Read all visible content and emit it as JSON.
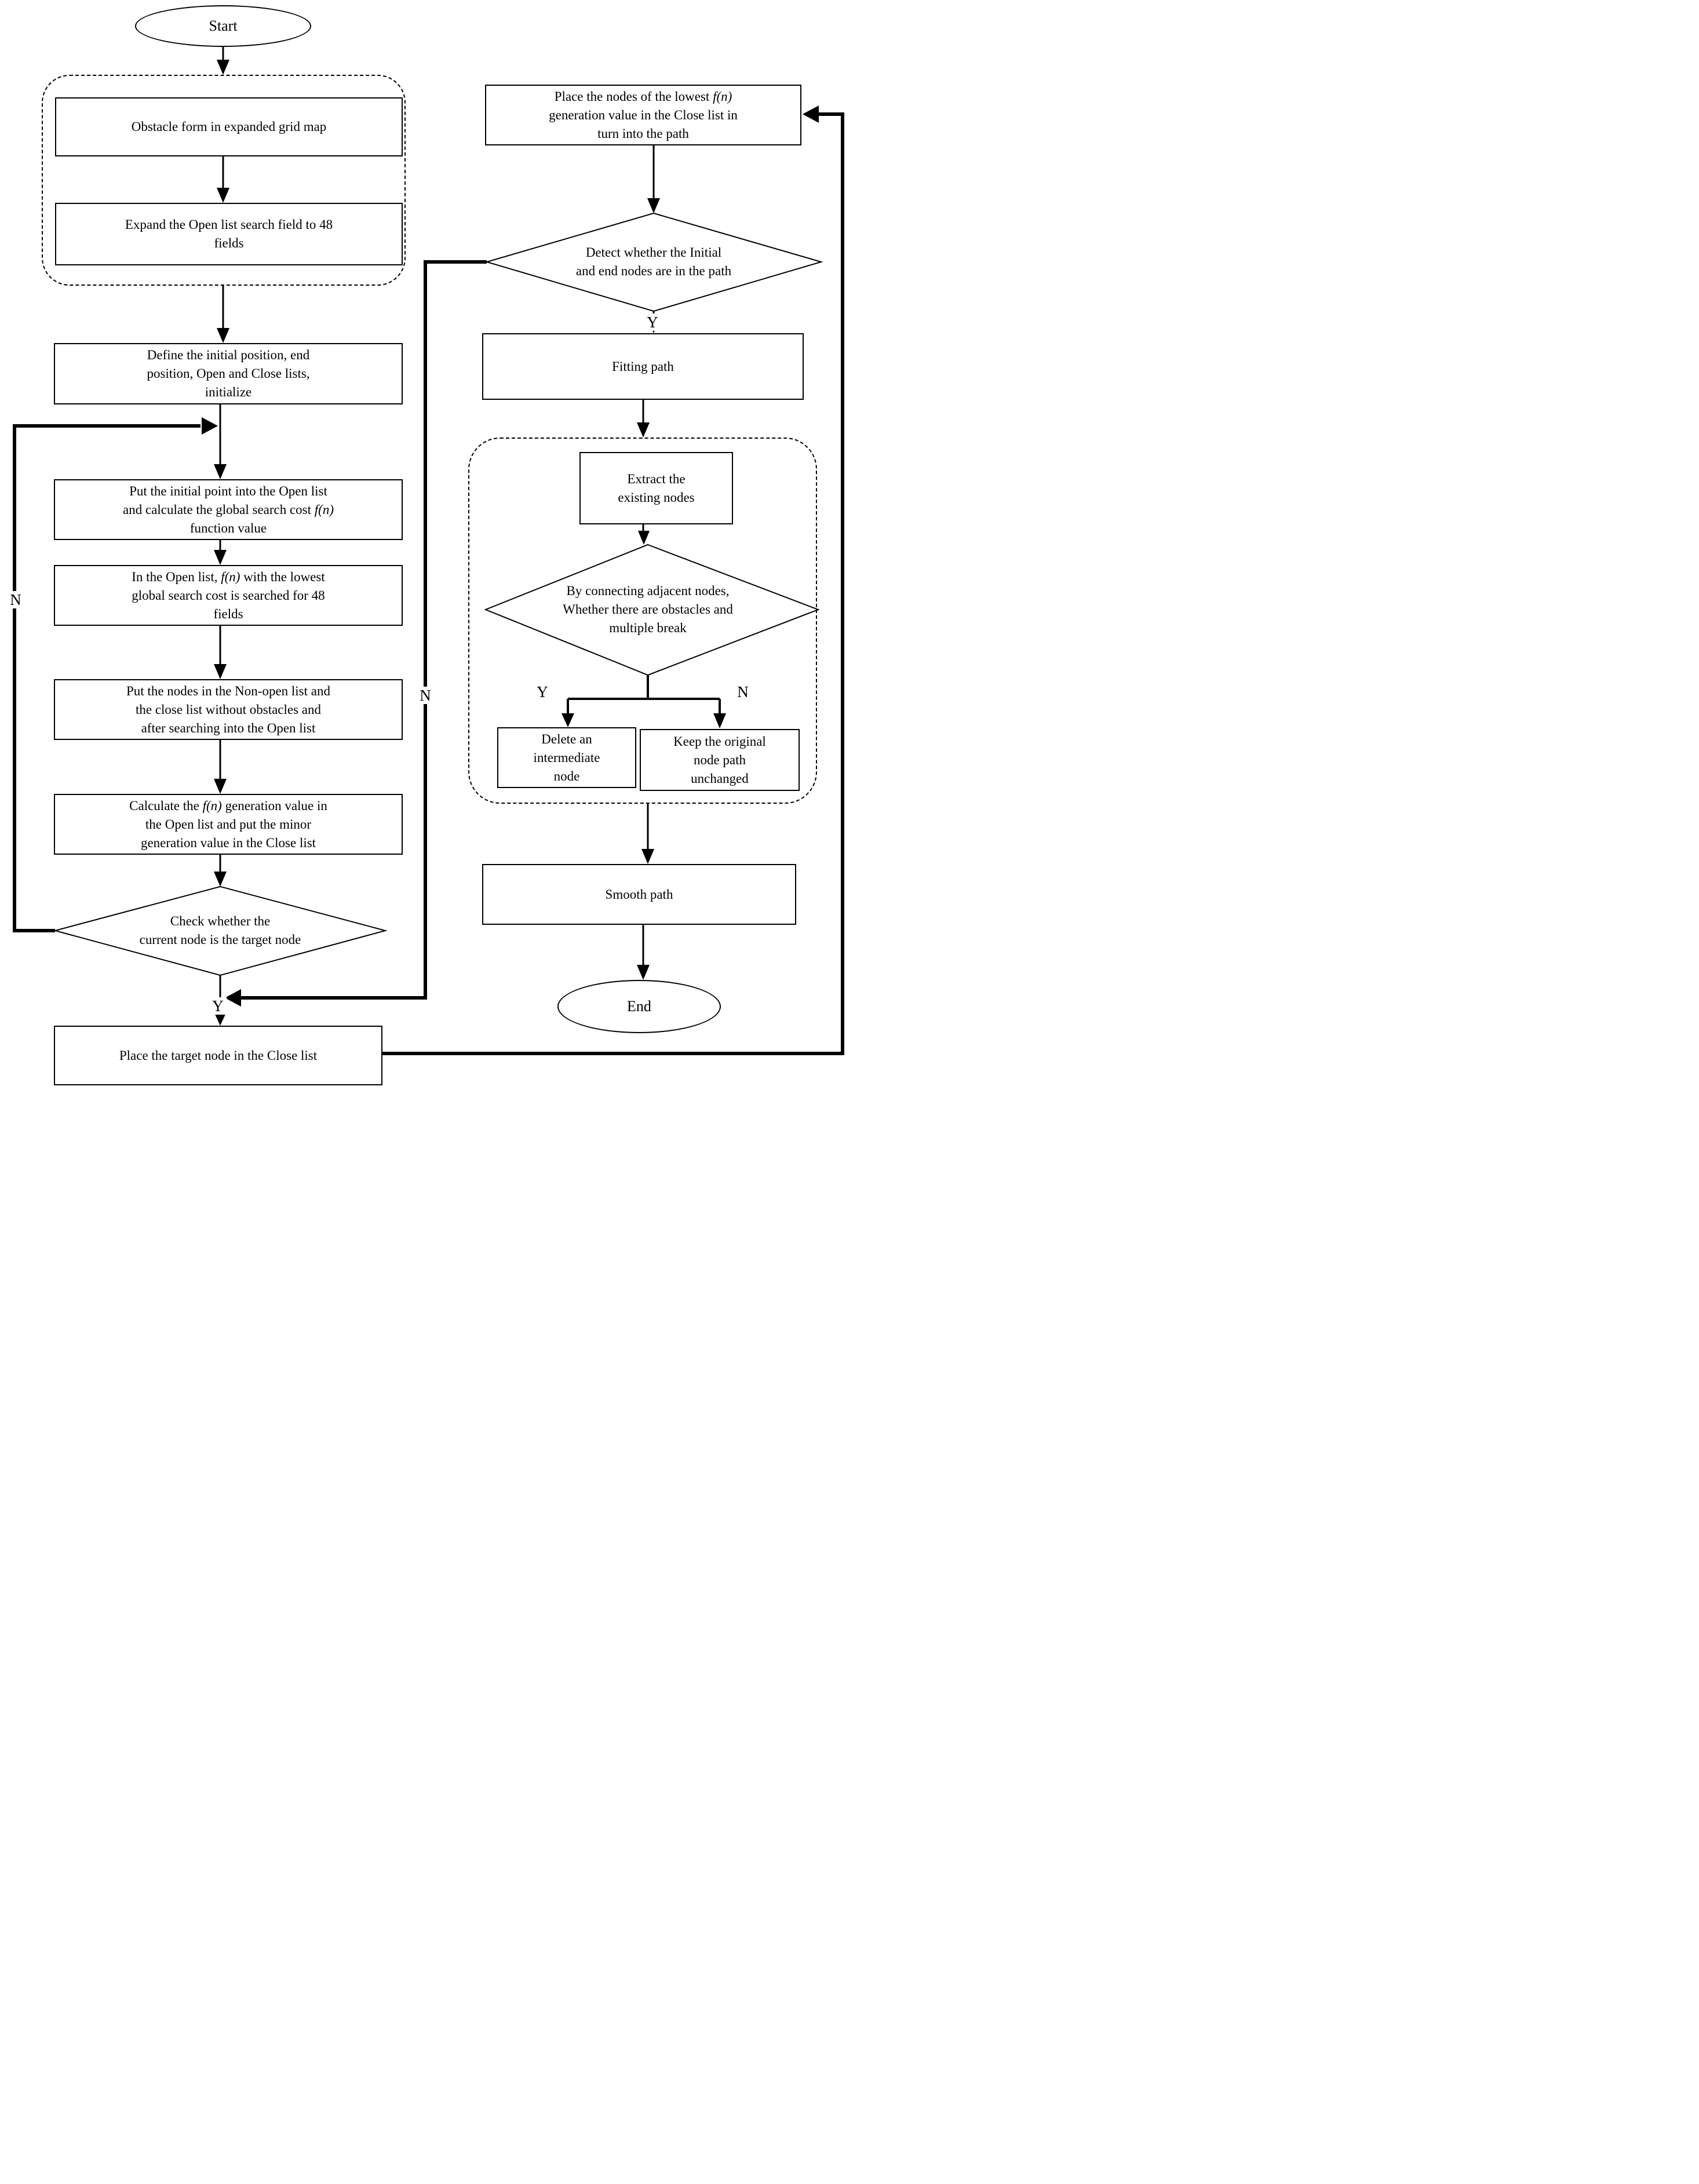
{
  "page": {
    "background": "#ffffff",
    "ink": "#000000"
  },
  "emphasis_token": "f(n)",
  "nodes": {
    "start": {
      "label": "Start"
    },
    "obstacle_form": {
      "lines": [
        "Obstacle form in expanded grid map"
      ]
    },
    "expand_open_list": {
      "lines": [
        "Expand the Open list search field to 48",
        "fields"
      ]
    },
    "define_initialize": {
      "lines": [
        "Define the initial position, end",
        "position, Open and Close lists,",
        "initialize"
      ]
    },
    "put_initial_point": {
      "lines": [
        "Put the initial point into the Open list",
        "and calculate the global search cost f(n)",
        "function value"
      ]
    },
    "search_lowest_fn": {
      "lines": [
        "In the Open list, f(n) with the lowest",
        "global search cost is searched for 48",
        "fields"
      ]
    },
    "put_nodes_open_list": {
      "lines": [
        "Put the nodes in the Non-open list and",
        "the close list without obstacles and",
        "after searching into the Open list"
      ]
    },
    "calculate_generation": {
      "lines": [
        "Calculate the f(n) generation value in",
        "the Open list and put the minor",
        "generation value in the Close list"
      ]
    },
    "check_target": {
      "lines": [
        "Check whether the",
        "current node is the target node"
      ]
    },
    "place_target_close": {
      "lines": [
        "Place the target node in the Close list"
      ]
    },
    "place_lowest_close_path": {
      "lines": [
        "Place the nodes of the lowest f(n)",
        "generation value in the Close list in",
        "turn into the path"
      ]
    },
    "detect_initial_end": {
      "lines": [
        "Detect whether the Initial",
        "and end nodes are in the path"
      ]
    },
    "fitting_path": {
      "lines": [
        "Fitting path"
      ]
    },
    "extract_existing": {
      "lines": [
        "Extract the",
        "existing nodes"
      ]
    },
    "obstacles_break": {
      "lines": [
        "By connecting adjacent nodes,",
        "Whether there are obstacles and",
        "multiple break"
      ]
    },
    "delete_intermediate": {
      "lines": [
        "Delete an",
        "intermediate",
        "node"
      ]
    },
    "keep_original": {
      "lines": [
        "Keep the original",
        "node path",
        "unchanged"
      ]
    },
    "smooth_path": {
      "lines": [
        "Smooth path"
      ]
    },
    "end": {
      "label": "End"
    }
  },
  "edge_labels": {
    "check_target_no": "N",
    "check_target_yes": "Y",
    "detect_yes": "Y",
    "detect_no": "N",
    "obstacles_yes": "Y",
    "obstacles_no": "N"
  }
}
